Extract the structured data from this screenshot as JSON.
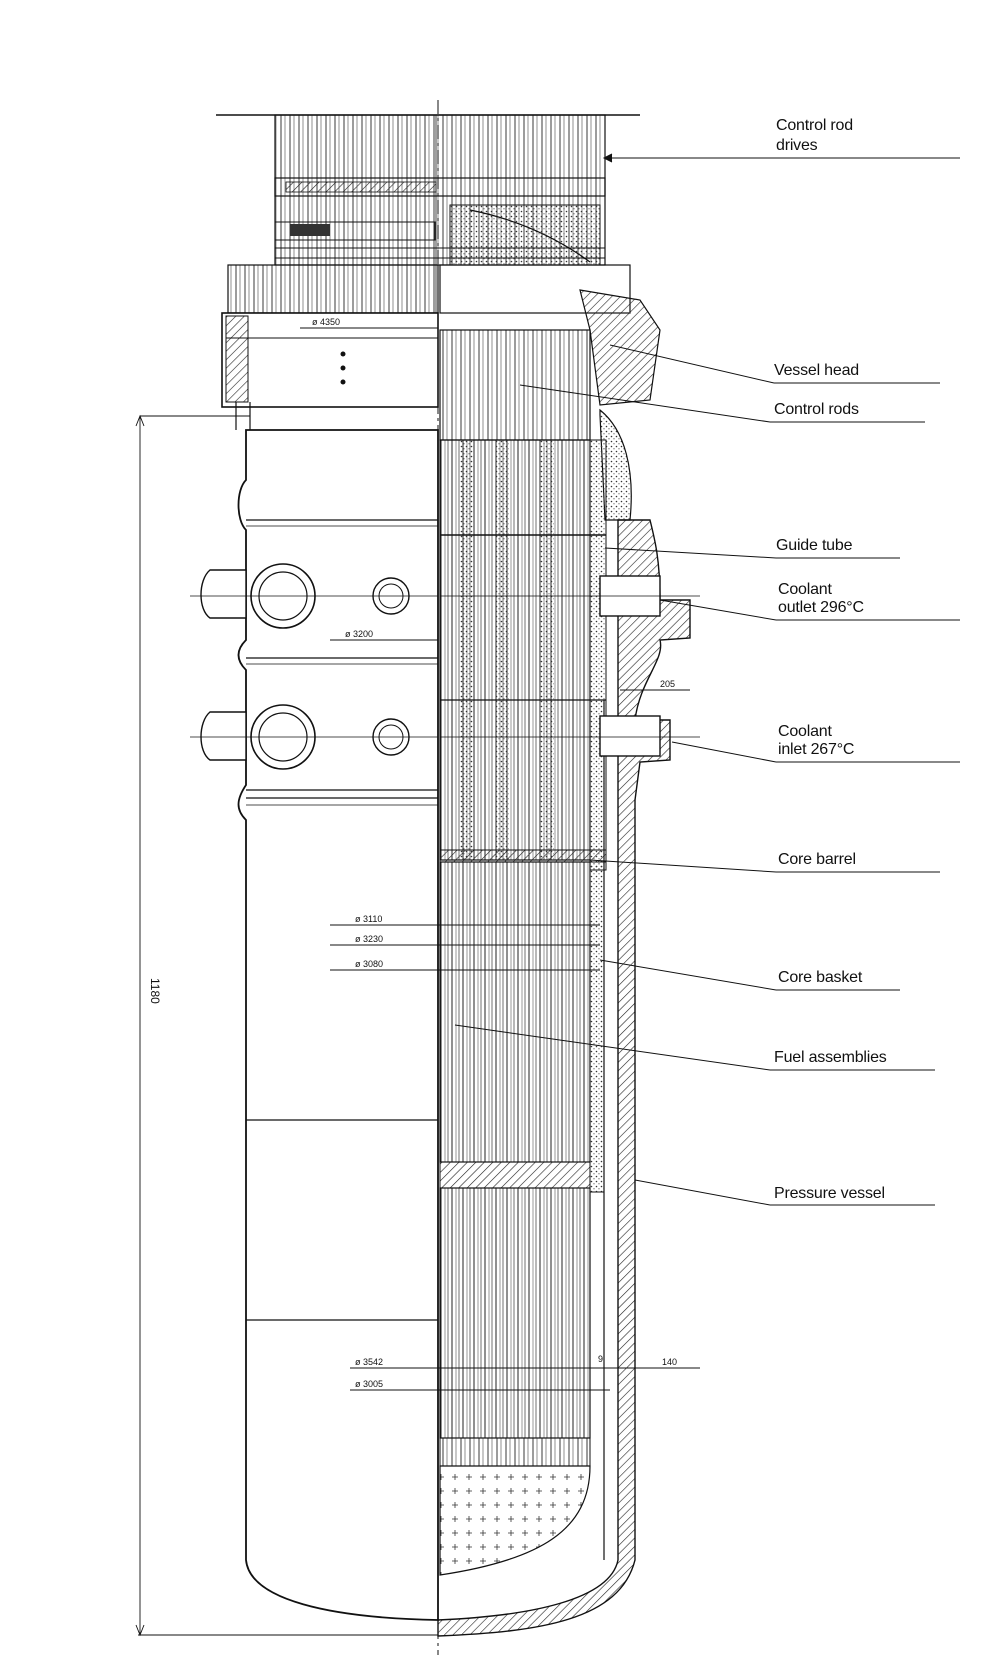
{
  "callouts": {
    "control_rod_drives_1": "Control rod",
    "control_rod_drives_2": "drives",
    "vessel_head": "Vessel head",
    "control_rods": "Control rods",
    "guide_tube": "Guide tube",
    "coolant_outlet_1": "Coolant",
    "coolant_outlet_2": "outlet 296°C",
    "coolant_inlet_1": "Coolant",
    "coolant_inlet_2": "inlet 267°C",
    "core_barrel": "Core barrel",
    "core_basket": "Core basket",
    "fuel_assemblies": "Fuel assemblies",
    "pressure_vessel": "Pressure vessel"
  },
  "dimensions": {
    "d4350": "ø 4350",
    "d3200": "ø 3200",
    "w205": "205",
    "d3110": "ø 3110",
    "d3230": "ø 3230",
    "d3080": "ø 3080",
    "d3542": "ø 3542",
    "d3005": "ø 3005",
    "w9": "9",
    "w140": "140",
    "height": "1180"
  }
}
